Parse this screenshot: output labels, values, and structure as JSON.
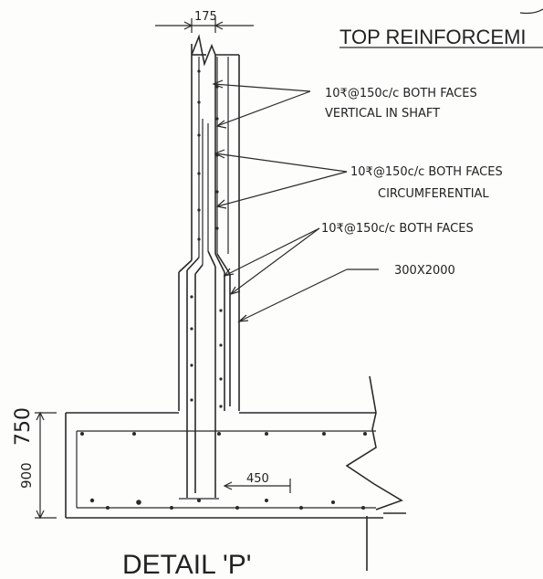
{
  "drawing": {
    "header_text": "TOP REINFORCEMI",
    "title": "DETAIL 'P'",
    "dimensions": {
      "shaft_width": "175",
      "base_projection": "450",
      "depth_750": "750",
      "depth_900": "900"
    },
    "labels": {
      "vertical_line1": "10₹@150c/c BOTH FACES",
      "vertical_line2": "VERTICAL IN SHAFT",
      "circ_line1": "10₹@150c/c BOTH FACES",
      "circ_line2": "CIRCUMFERENTIAL",
      "haunch": "10₹@150c/c BOTH FACES",
      "beam": "300X2000"
    },
    "colors": {
      "ink": "#2a2a2a",
      "paper": "#fdfdfb"
    }
  }
}
